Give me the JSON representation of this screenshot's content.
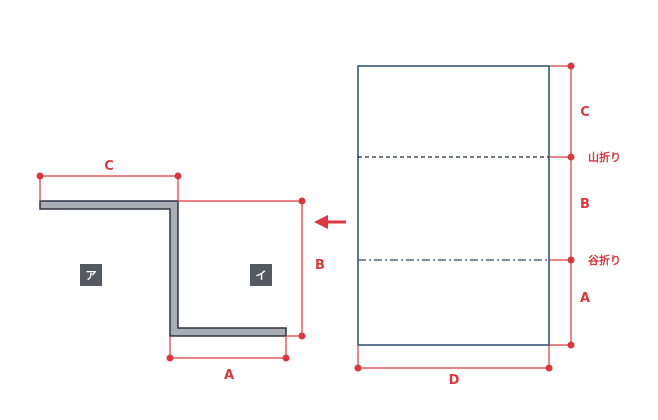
{
  "colors": {
    "dimension": "#d9393e",
    "outline": "#2e4a6b",
    "profile_fill": "#a9aeb5",
    "profile_stroke": "#2e3440",
    "badge_bg": "#555a60",
    "badge_text": "#ffffff"
  },
  "profile": {
    "label_c": "C",
    "label_b": "B",
    "label_a": "A",
    "badge_left": "ア",
    "badge_right": "イ"
  },
  "flat_sheet": {
    "label_c": "C",
    "label_b": "B",
    "label_a": "A",
    "label_d": "D",
    "mountain_fold": "山折り",
    "valley_fold": "谷折り"
  },
  "arrow_icon": "left-arrow-icon"
}
